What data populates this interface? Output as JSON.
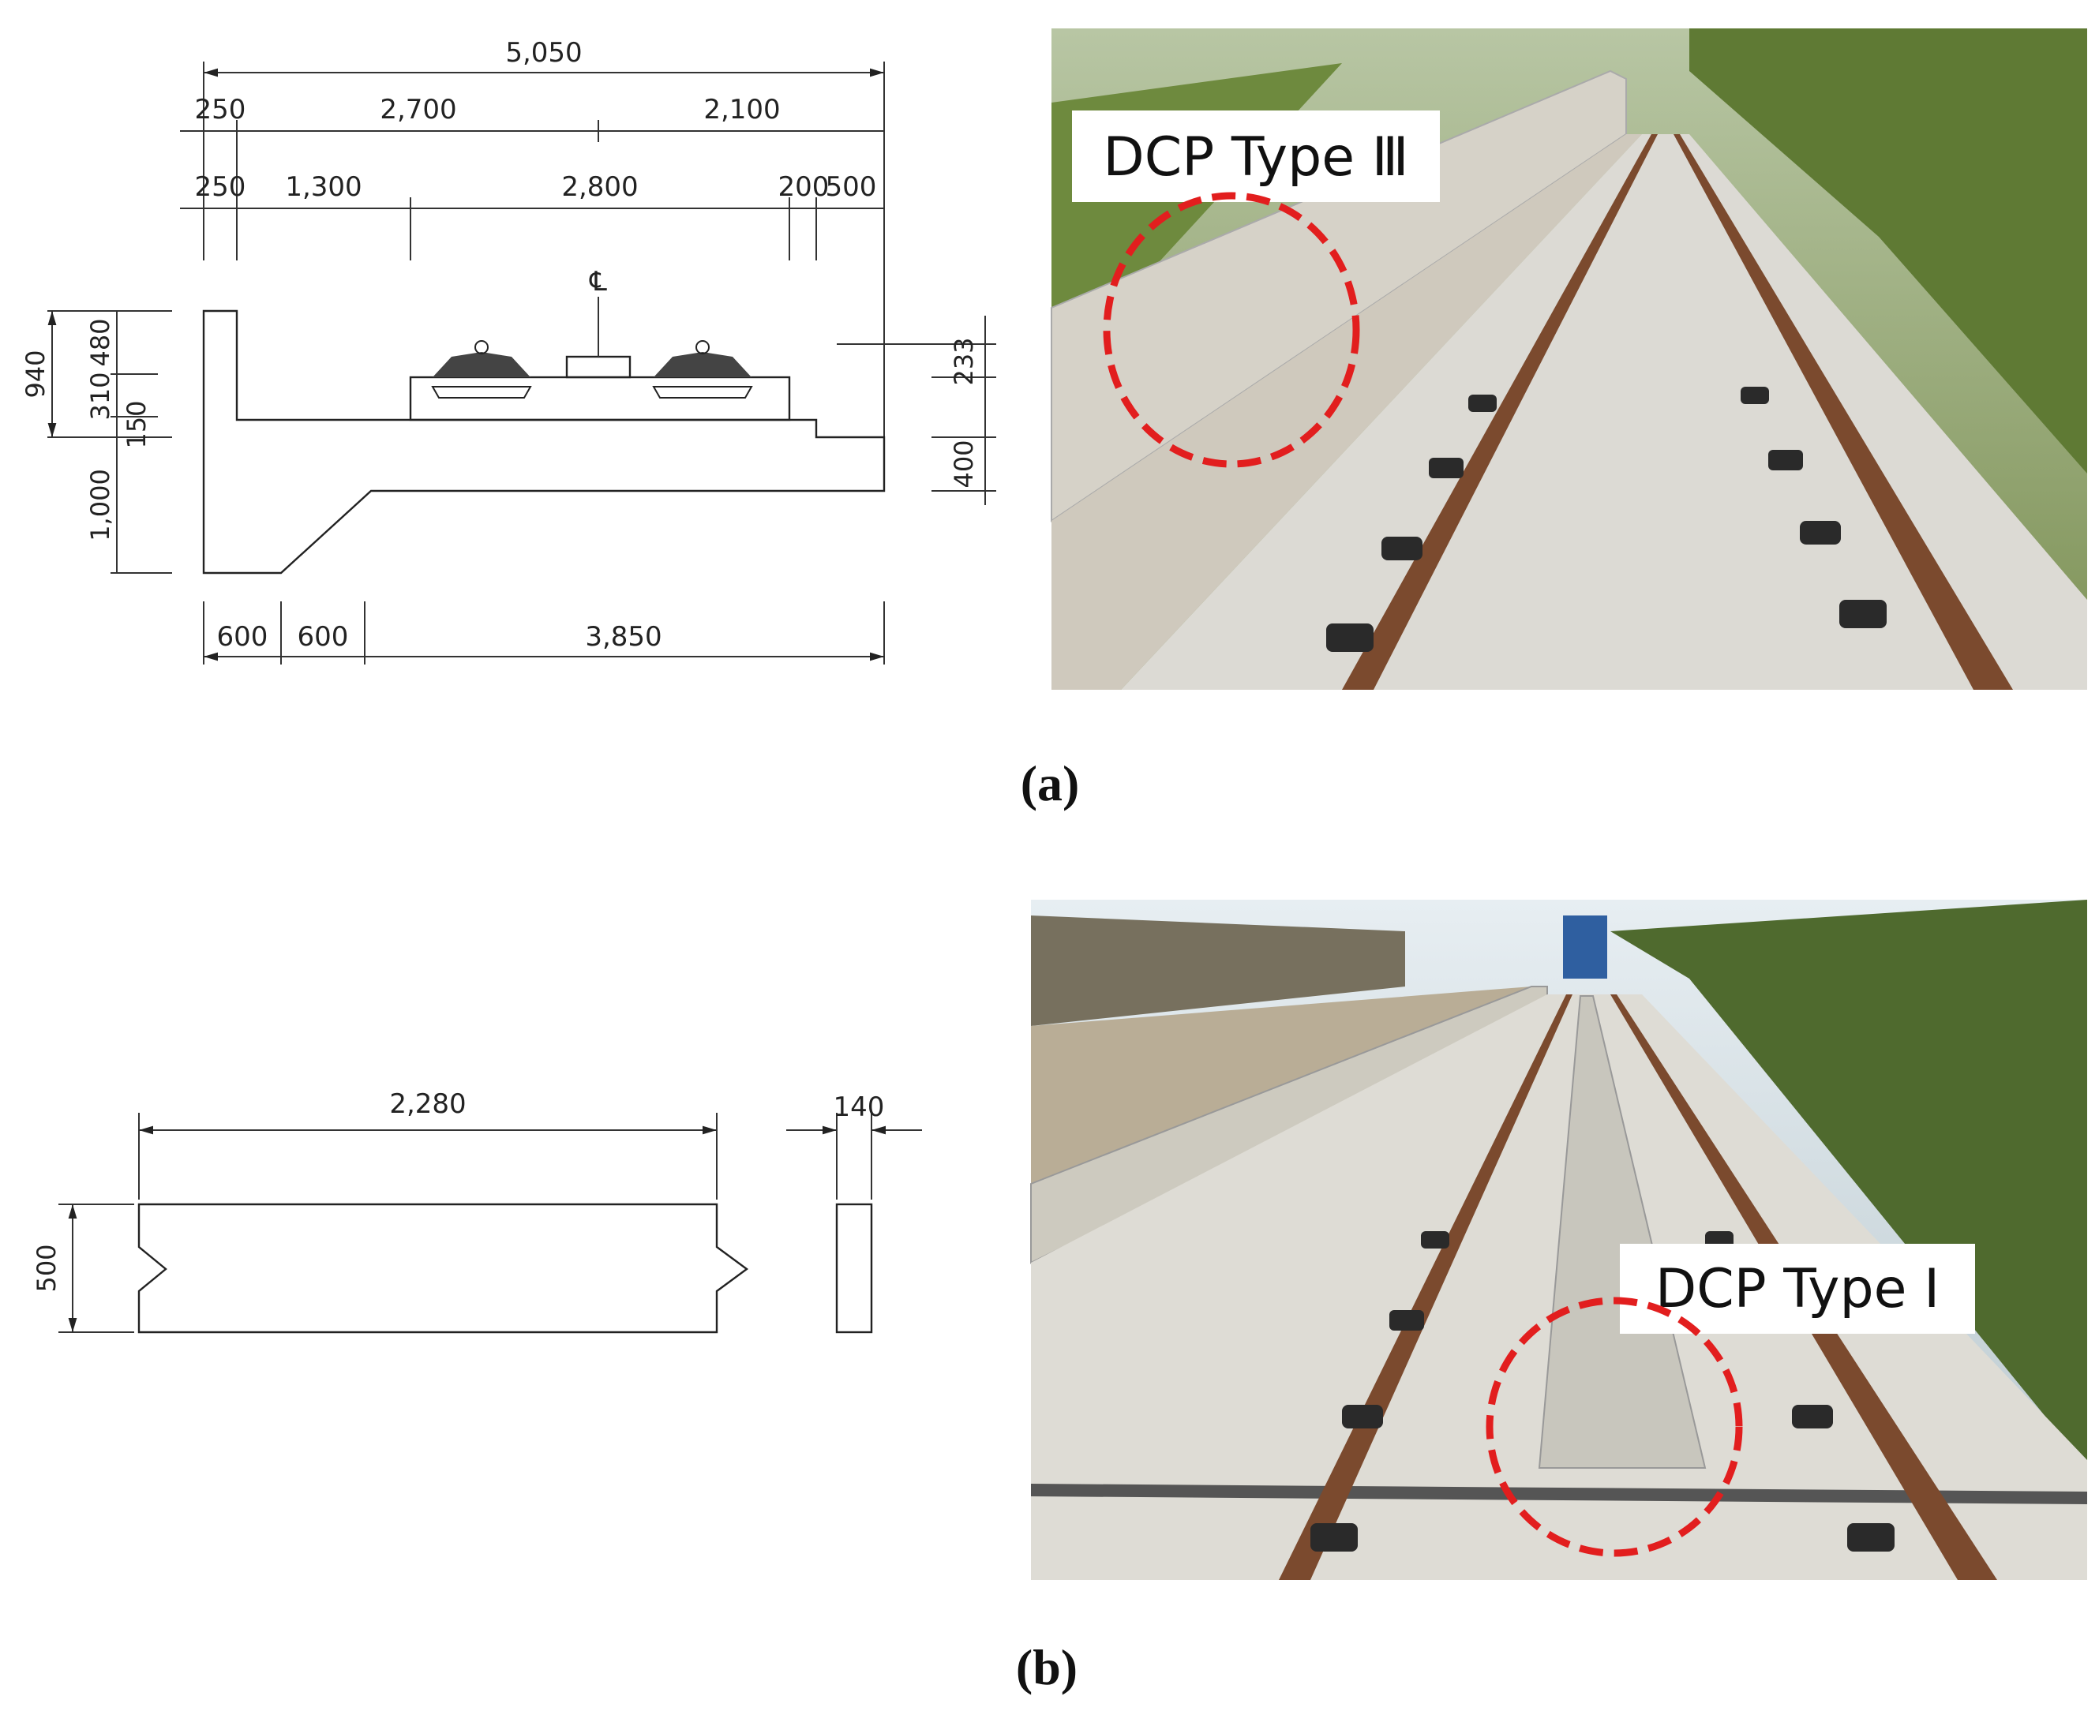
{
  "panel_a": {
    "caption": "(a)",
    "drawing": {
      "top_overall": "5,050",
      "top_row2": [
        "250",
        "2,700",
        "2,100"
      ],
      "top_row3": [
        "250",
        "1,300",
        "2,800",
        "200",
        "500"
      ],
      "left_heights": [
        "940",
        "480",
        "310",
        "150",
        "1,000"
      ],
      "right_heights": [
        "233",
        "400"
      ],
      "bottom_row": [
        "600",
        "600",
        "3,850"
      ],
      "centerline_symbol": "℄"
    },
    "photo": {
      "label": "DCP Type Ⅲ"
    }
  },
  "panel_b": {
    "caption": "(b)",
    "drawing": {
      "length": "2,280",
      "thickness": "140",
      "height": "500"
    },
    "photo": {
      "label": "DCP Type Ⅰ"
    }
  }
}
